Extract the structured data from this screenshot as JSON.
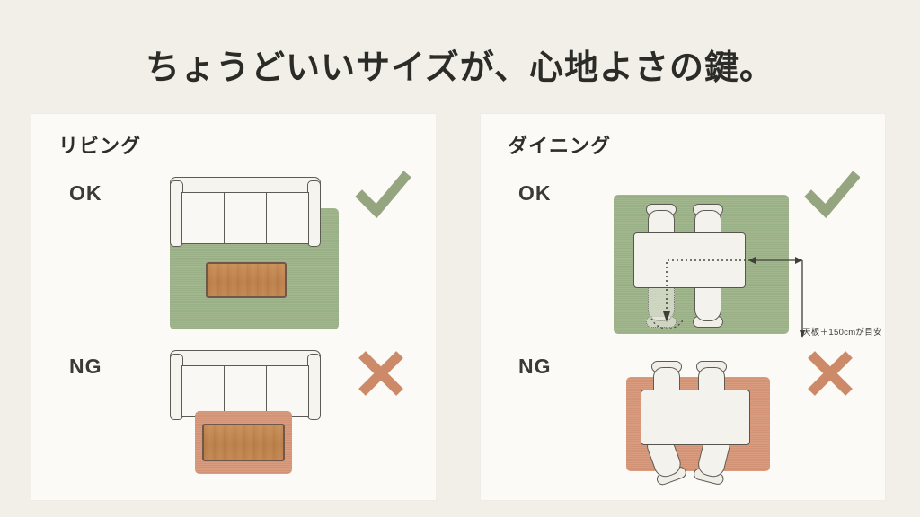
{
  "page": {
    "title": "ちょうどいいサイズが、心地よさの鍵。",
    "background_color": "#f2efe8",
    "card_color": "#fbfaf6"
  },
  "colors": {
    "rug_good": "#9db388",
    "rug_bad": "#d79678",
    "check_mark": "#94a57f",
    "cross_mark": "#cd8a68",
    "wood": "#c2854f",
    "furniture_outline": "#5c5c54",
    "text": "#2d2d2a"
  },
  "panels": [
    {
      "id": "living",
      "title": "リビング",
      "rows": [
        {
          "verdict": "OK",
          "mark": "check-icon",
          "mark_color": "#94a57f",
          "rug_color": "#9db388",
          "furniture": [
            "sofa",
            "coffee-table"
          ]
        },
        {
          "verdict": "NG",
          "mark": "cross-icon",
          "mark_color": "#cd8a68",
          "rug_color": "#d79678",
          "furniture": [
            "sofa",
            "coffee-table"
          ]
        }
      ]
    },
    {
      "id": "dining",
      "title": "ダイニング",
      "rows": [
        {
          "verdict": "OK",
          "mark": "check-icon",
          "mark_color": "#94a57f",
          "rug_color": "#9db388",
          "furniture": [
            "dining-table",
            "chair",
            "chair",
            "chair",
            "chair"
          ],
          "annotation": "天板＋150cmが目安"
        },
        {
          "verdict": "NG",
          "mark": "cross-icon",
          "mark_color": "#cd8a68",
          "rug_color": "#d79678",
          "furniture": [
            "dining-table",
            "chair",
            "chair",
            "chair",
            "chair"
          ]
        }
      ]
    }
  ]
}
